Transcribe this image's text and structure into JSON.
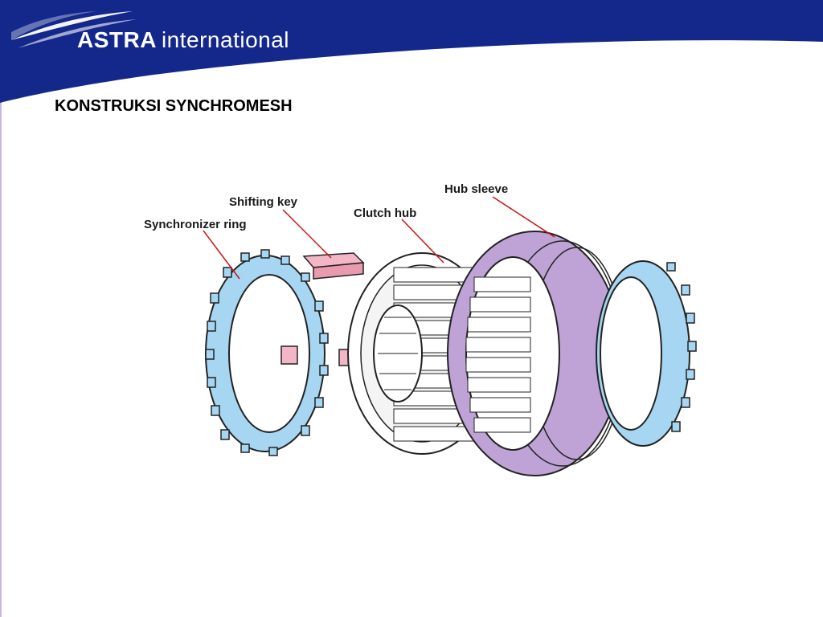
{
  "header": {
    "brand_bold": "ASTRA",
    "brand_light": "international",
    "band_color": "#14288c"
  },
  "slide": {
    "title": "KONSTRUKSI SYNCHROMESH"
  },
  "diagram": {
    "labels": {
      "hub_sleeve": "Hub sleeve",
      "shifting_key": "Shifting key",
      "clutch_hub": "Clutch hub",
      "synchronizer_ring": "Synchronizer ring"
    },
    "colors": {
      "ring": "#a6d6f2",
      "sleeve": "#bfa3d6",
      "key": "#f2b6c6",
      "leader": "#cc1111"
    }
  }
}
